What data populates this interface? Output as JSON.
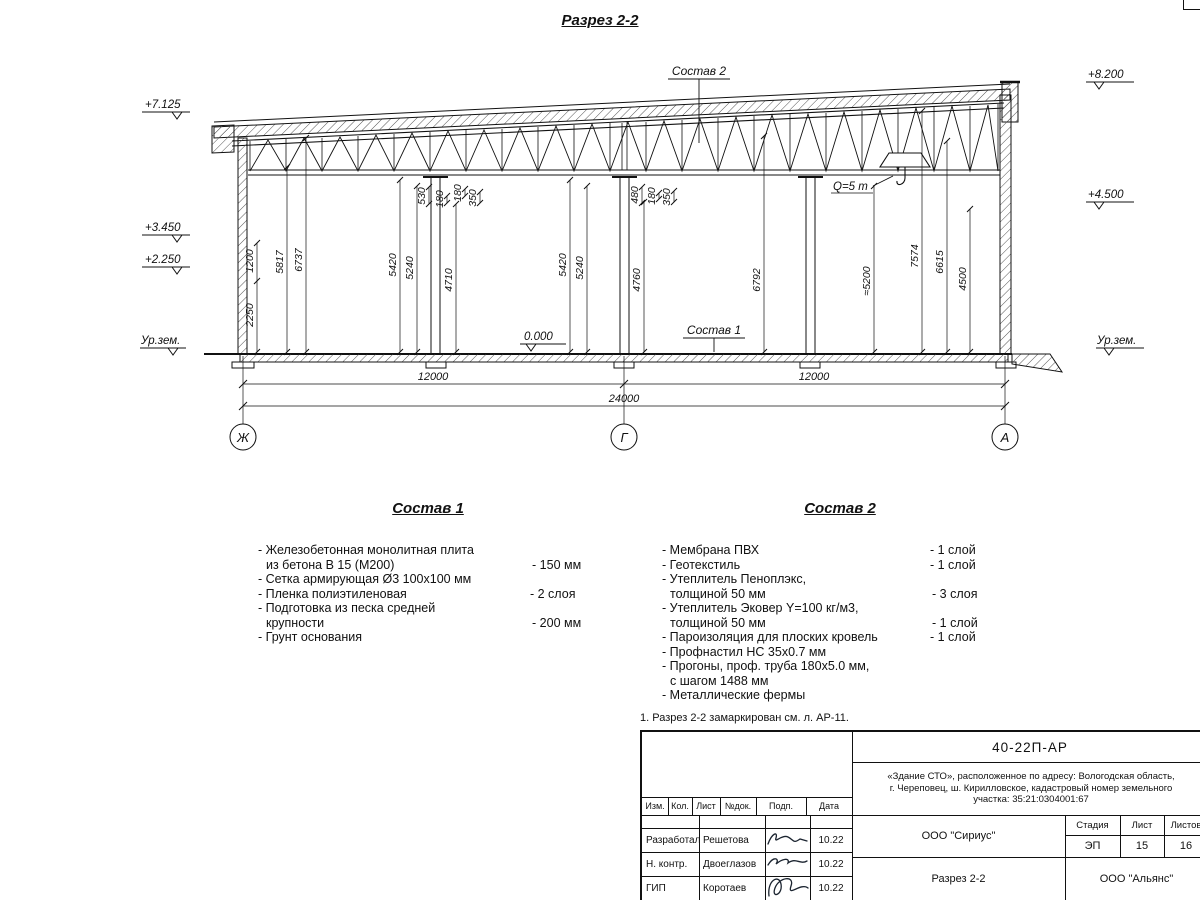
{
  "title": "Разрез 2-2",
  "drawing": {
    "elev_left_roof": "+7.125",
    "elev_left_a": "+3.450",
    "elev_left_b": "+2.250",
    "ground_left": "Ур.зем.",
    "elev_right_roof": "+8.200",
    "elev_right_a": "+4.500",
    "ground_right": "Ур.зем.",
    "floor_zero": "0.000",
    "label_sostav2": "Состав 2",
    "label_sostav1": "Состав 1",
    "crane_label": "Q=5 т",
    "axis": {
      "zh": "Ж",
      "g": "Г",
      "a": "А"
    },
    "dims": {
      "d1200": "1200",
      "d2250": "2250",
      "d5817": "5817",
      "d6737": "6737",
      "d5420a": "5420",
      "d5240a": "5240",
      "d530": "530",
      "d180a": "180",
      "d180b": "180",
      "d350a": "350",
      "d4710": "4710",
      "d5420b": "5420",
      "d5240b": "5240",
      "d480": "480",
      "d180c": "180",
      "d350b": "350",
      "d4760": "4760",
      "d6792": "6792",
      "d5200": "≈5200",
      "d7574": "7574",
      "d6615": "6615",
      "d4500": "4500",
      "h12000a": "12000",
      "h12000b": "12000",
      "h24000": "24000"
    }
  },
  "comp1": {
    "heading": "Состав 1",
    "rows": [
      {
        "t": "- Железобетонная  монолитная плита",
        "v": ""
      },
      {
        "t": "из бетона В 15 (М200)",
        "v": "- 150 мм"
      },
      {
        "t": "- Сетка армирующая Ø3 100х100 мм",
        "v": ""
      },
      {
        "t": "- Пленка полиэтиленовая",
        "v": "- 2 слоя"
      },
      {
        "t": "- Подготовка из песка средней",
        "v": ""
      },
      {
        "t": "крупности",
        "v": "- 200 мм"
      },
      {
        "t": "- Грунт основания",
        "v": ""
      }
    ]
  },
  "comp2": {
    "heading": "Состав 2",
    "rows": [
      {
        "t": "- Мембрана ПВХ",
        "v": "- 1 слой"
      },
      {
        "t": "- Геотекстиль",
        "v": "- 1 слой"
      },
      {
        "t": "- Утеплитель Пеноплэкс,",
        "v": ""
      },
      {
        "t": "толщиной 50 мм",
        "v": "- 3 слоя"
      },
      {
        "t": "- Утеплитель Эковер Y=100 кг/м3,",
        "v": ""
      },
      {
        "t": "толщиной 50 мм",
        "v": "- 1 слой"
      },
      {
        "t": "- Пароизоляция для плоских кровель",
        "v": "- 1 слой"
      },
      {
        "t": "- Профнастил НС 35х0.7 мм",
        "v": ""
      },
      {
        "t": "- Прогоны, проф. труба 180х5.0 мм,",
        "v": ""
      },
      {
        "t": "с шагом 1488 мм",
        "v": ""
      },
      {
        "t": "- Металлические фермы",
        "v": ""
      }
    ]
  },
  "note": "1. Разрез 2-2 замаркирован см. л. АР-11.",
  "titleblock": {
    "doc_number": "40-22П-АР",
    "project_line1": "«Здание СТО», расположенное по адресу: Вологодская область,",
    "project_line2": "г. Череповец, ш. Кирилловское, кадастровый номер земельного",
    "project_line3": "участка: 35:21:0304001:67",
    "head": {
      "izm": "Изм.",
      "kol": "Кол.",
      "list": "Лист",
      "ndok": "№док.",
      "podp": "Подп.",
      "data": "Дата"
    },
    "rows": [
      {
        "role": "Разработал",
        "name": "Решетова",
        "date": "10.22"
      },
      {
        "role": "Н. контр.",
        "name": "Двоеглазов",
        "date": "10.22"
      },
      {
        "role": "ГИП",
        "name": "Коротаев",
        "date": "10.22"
      }
    ],
    "org1": "ООО \"Сириус\"",
    "drawing_name": "Разрез 2-2",
    "stage_label": "Стадия",
    "sheet_label": "Лист",
    "sheets_label": "Листов",
    "stage": "ЭП",
    "sheet": "15",
    "sheets": "16",
    "org2": "ООО \"Альянс\""
  }
}
